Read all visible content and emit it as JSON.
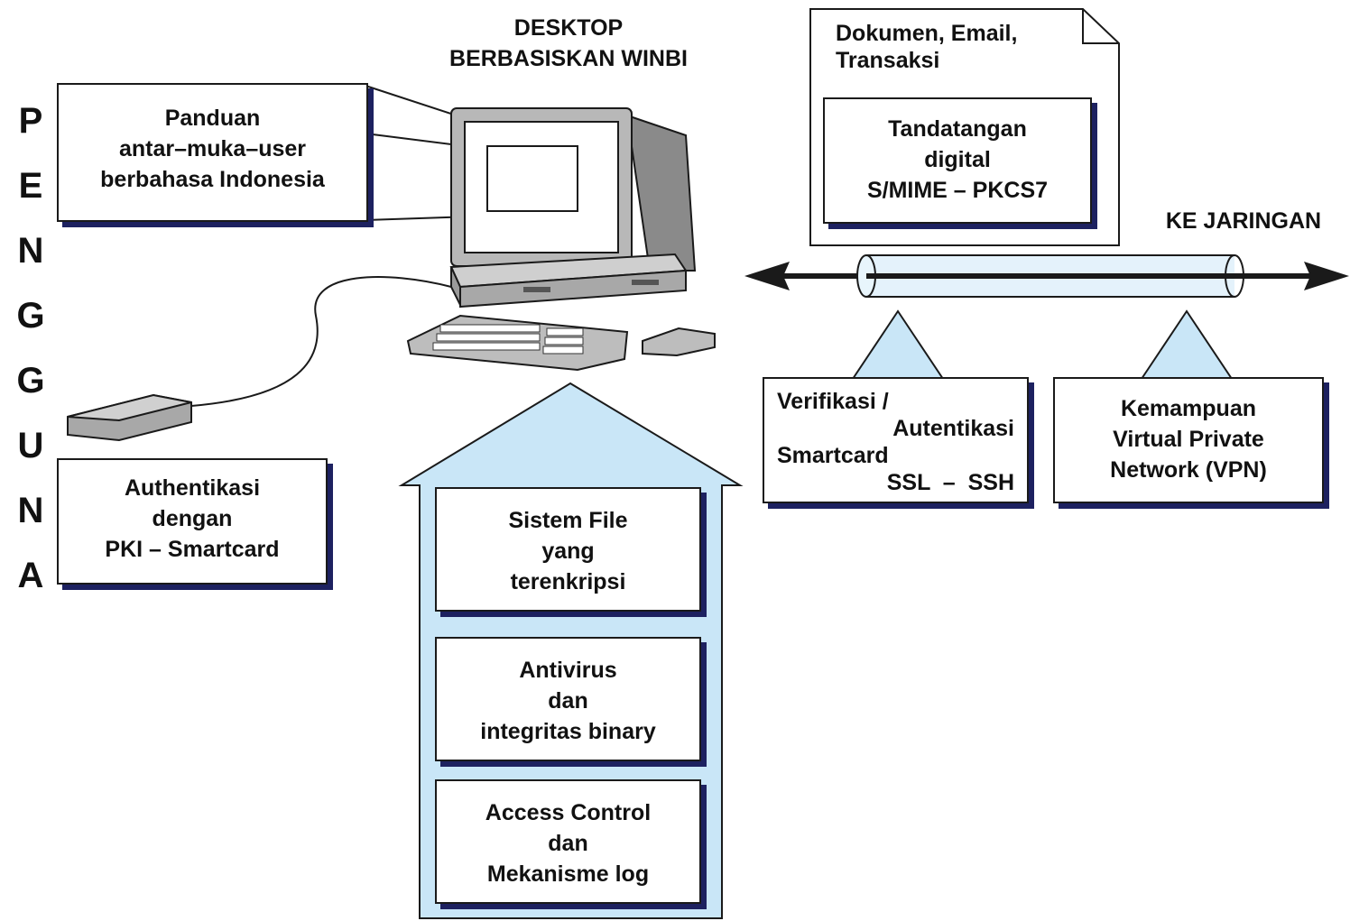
{
  "pengguna": [
    "P",
    "E",
    "N",
    "G",
    "G",
    "U",
    "N",
    "A"
  ],
  "desktop_title": [
    "DESKTOP",
    "BERBASISKAN WINBI"
  ],
  "ui_guide": [
    "Panduan",
    "antar–muka–user",
    "berbahasa Indonesia"
  ],
  "auth_pki": [
    "Authentikasi",
    "dengan",
    "PKI – Smartcard"
  ],
  "stack": {
    "encrypted_fs": [
      "Sistem File",
      "yang",
      "terenkripsi"
    ],
    "antivirus": [
      "Antivirus",
      "dan",
      "integritas binary"
    ],
    "access_control": [
      "Access Control",
      "dan",
      "Mekanisme log"
    ]
  },
  "document": {
    "title": [
      "Dokumen, Email,",
      "Transaksi"
    ],
    "signature": [
      "Tandatangan",
      "digital",
      "S/MIME – PKCS7"
    ]
  },
  "network_label": "KE JARINGAN",
  "verification": [
    "Verifikasi /",
    "Autentikasi",
    "Smartcard",
    "SSL  –  SSH"
  ],
  "vpn": [
    "Kemampuan",
    "Virtual Private",
    "Network (VPN)"
  ],
  "colors": {
    "light_blue": "#c9e6f7",
    "shadow": "#1d2160",
    "outline": "#1a1a1a"
  }
}
